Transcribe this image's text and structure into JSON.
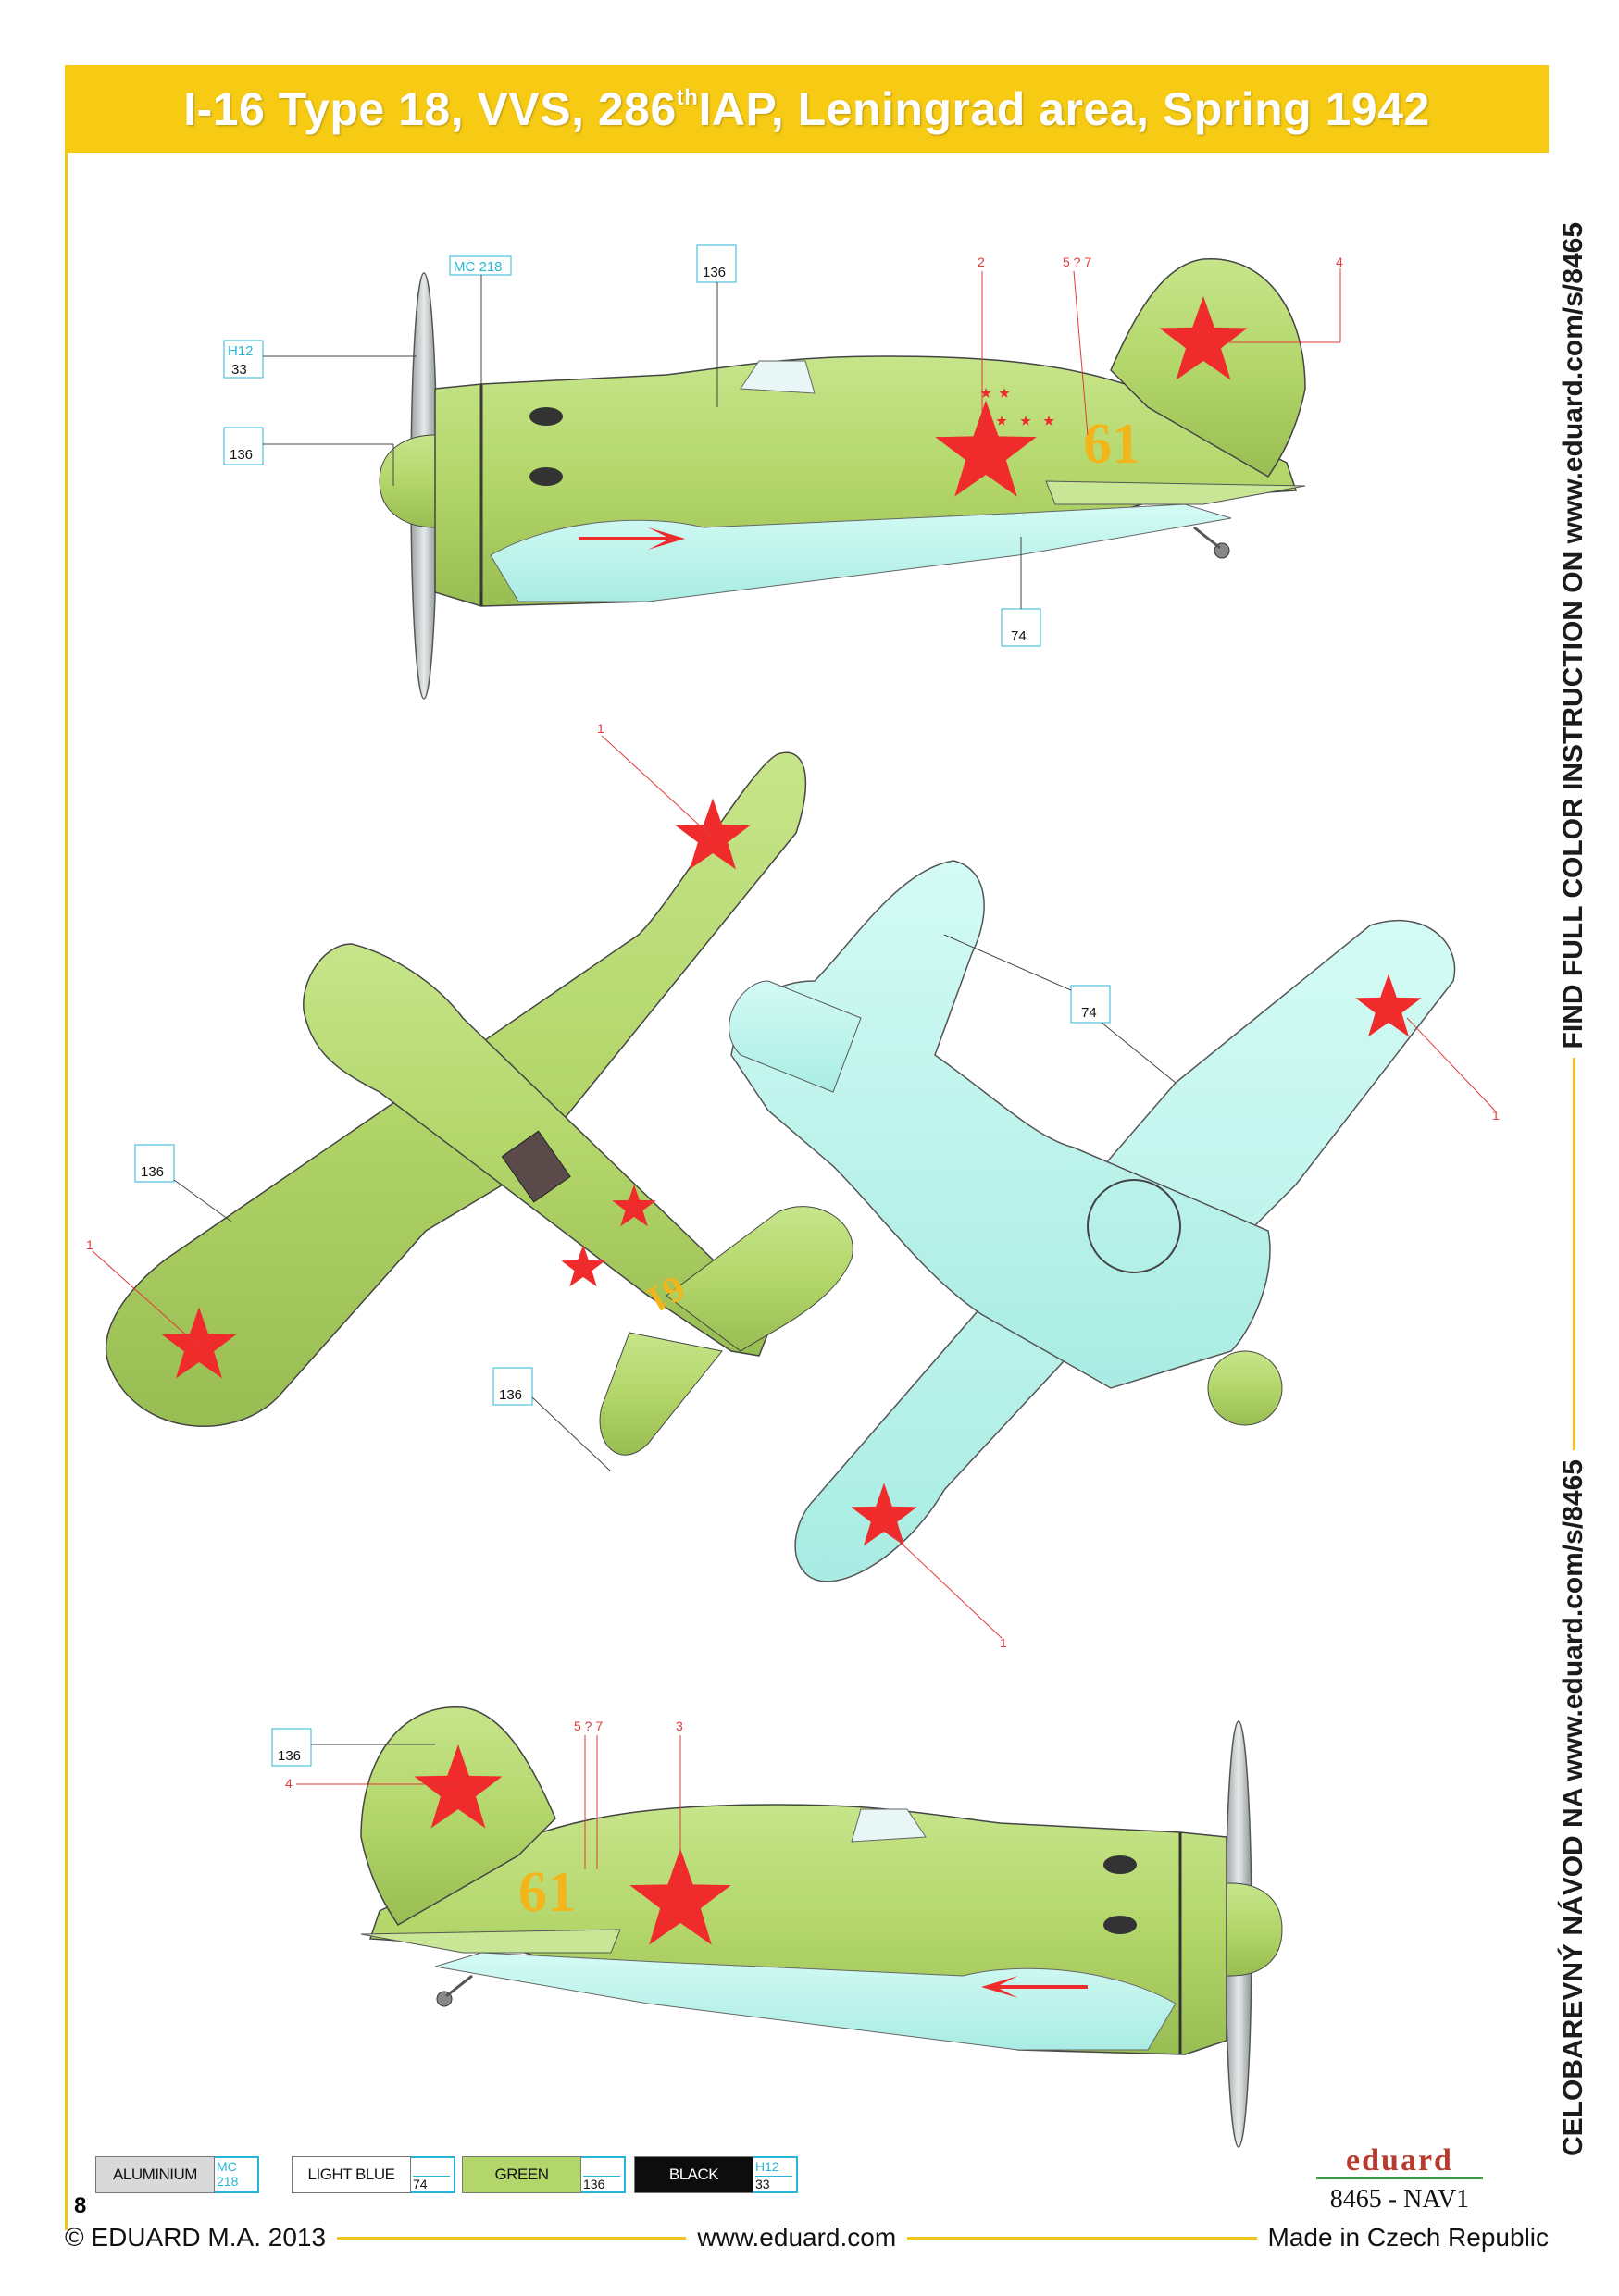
{
  "title": {
    "prefix": "I-16 Type 18, VVS, 286",
    "sup": "th",
    "suffix": "IAP, Leningrad area, Spring 1942"
  },
  "side_text": {
    "top": "FIND FULL COLOR INSTRUCTION ON www.eduard.com/s/8465",
    "bottom": "CELOBAREVNÝ NÁVOD NA www.eduard.com/s/8465"
  },
  "colors": {
    "green": "#b3d66a",
    "light_blue": "#b8f2ea",
    "red_star": "#ef2b2b",
    "yellow_number": "#f3b51c",
    "frame": "#f2c318",
    "aluminium": "#d9d9d9",
    "black": "#0d0d0d"
  },
  "callouts": {
    "mc218": "MC 218",
    "h12": "H12",
    "c33": "33",
    "c136": "136",
    "c74": "74",
    "n1": "1",
    "n2": "2",
    "n3": "3",
    "n4": "4",
    "n577": "5 ? 7"
  },
  "aircraft_number": "61",
  "legend": [
    {
      "label": "ALUMINIUM",
      "ref": "MC 218",
      "num": ""
    },
    {
      "label": "LIGHT BLUE",
      "ref": "",
      "num": "74"
    },
    {
      "label": "GREEN",
      "ref": "",
      "num": "136"
    },
    {
      "label": "BLACK",
      "ref": "H12",
      "num": "33"
    }
  ],
  "page_number": "8",
  "footer": {
    "copyright": "© EDUARD  M.A. 2013",
    "website": "www.eduard.com",
    "made_in": "Made in Czech Republic"
  },
  "brand": {
    "logo": "eduard",
    "code": "8465 - NAV1"
  }
}
